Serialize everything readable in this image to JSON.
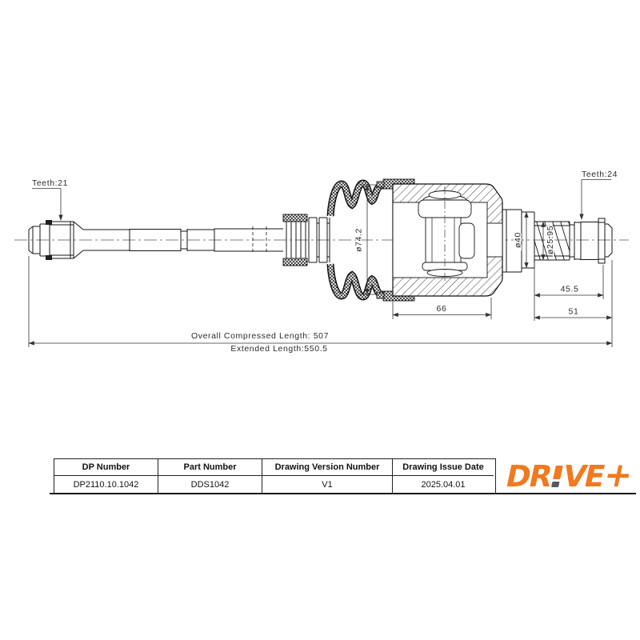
{
  "drawing": {
    "annotations": {
      "teeth_left": "Teeth:21",
      "teeth_right": "Teeth:24",
      "dia_boot": "ø74.2",
      "dia_stub": "ø40",
      "dia_spline": "ø25.95",
      "len_housing": "66",
      "len_spline_end": "45.5",
      "len_stub_assembly": "51",
      "compressed_length": "Overall  Compressed  Length: 507",
      "extended_length": "Extended  Length:550.5"
    }
  },
  "title_block": {
    "headers": [
      "DP Number",
      "Part Number",
      "Drawing Version Number",
      "Drawing Issue Date"
    ],
    "values": [
      "DP2110.10.1042",
      "DDS1042",
      "V1",
      "2025.04.01"
    ]
  },
  "logo": {
    "part_dr": "DR",
    "part_ve": "VE",
    "part_plus": "+",
    "orange": "#F2791F",
    "dot_gray": "#58585A"
  }
}
